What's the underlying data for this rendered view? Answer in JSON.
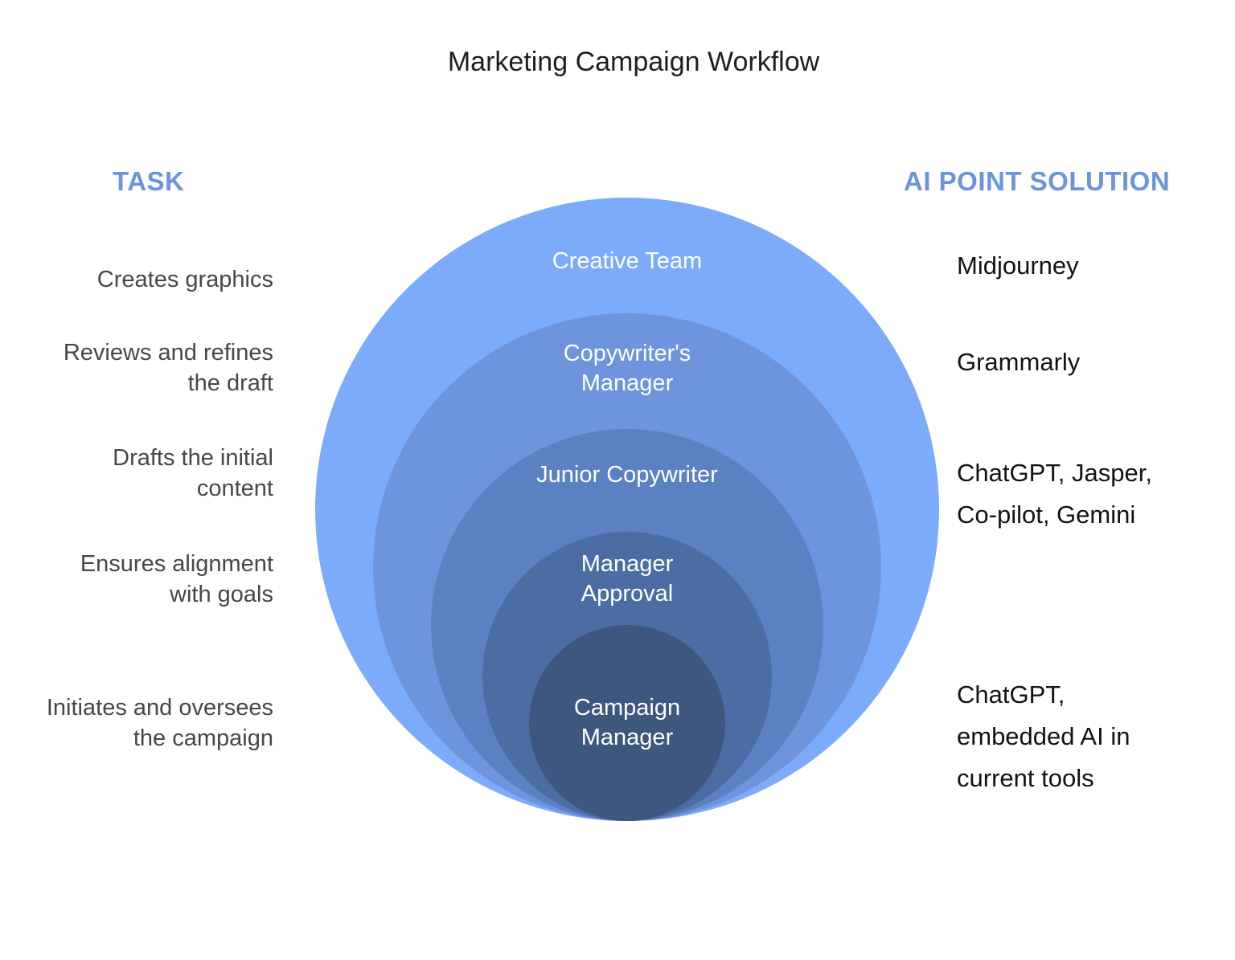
{
  "title": "Marketing Campaign Workflow",
  "left_column": {
    "heading": "TASK",
    "items": [
      {
        "text": "Creates graphics"
      },
      {
        "text": "Reviews and refines\nthe draft"
      },
      {
        "text": "Drafts the initial\ncontent"
      },
      {
        "text": "Ensures alignment\nwith goals"
      },
      {
        "text": "Initiates and oversees\nthe campaign"
      }
    ]
  },
  "right_column": {
    "heading": "AI POINT SOLUTION",
    "items": [
      {
        "text": "Midjourney"
      },
      {
        "text": "Grammarly"
      },
      {
        "text": "ChatGPT, Jasper,\nCo-pilot, Gemini"
      },
      {
        "text": "ChatGPT,\nembedded AI in\ncurrent tools"
      }
    ]
  },
  "diagram": {
    "type": "nested-circles",
    "rings": [
      {
        "label": "Creative Team",
        "color": "#7dabfc"
      },
      {
        "label": "Copywriter's\nManager",
        "color": "#6d94dc"
      },
      {
        "label": "Junior Copywriter",
        "color": "#5c81c2"
      },
      {
        "label": "Manager\nApproval",
        "color": "#4c6da4"
      },
      {
        "label": "Campaign\nManager",
        "color": "#3d577f"
      }
    ]
  },
  "colors": {
    "heading_accent": "#6b94dc",
    "title_text": "#1f1f1f",
    "task_text": "#474747",
    "solution_text": "#131313",
    "ring_label_text": "#ffffff",
    "background": "#ffffff"
  }
}
